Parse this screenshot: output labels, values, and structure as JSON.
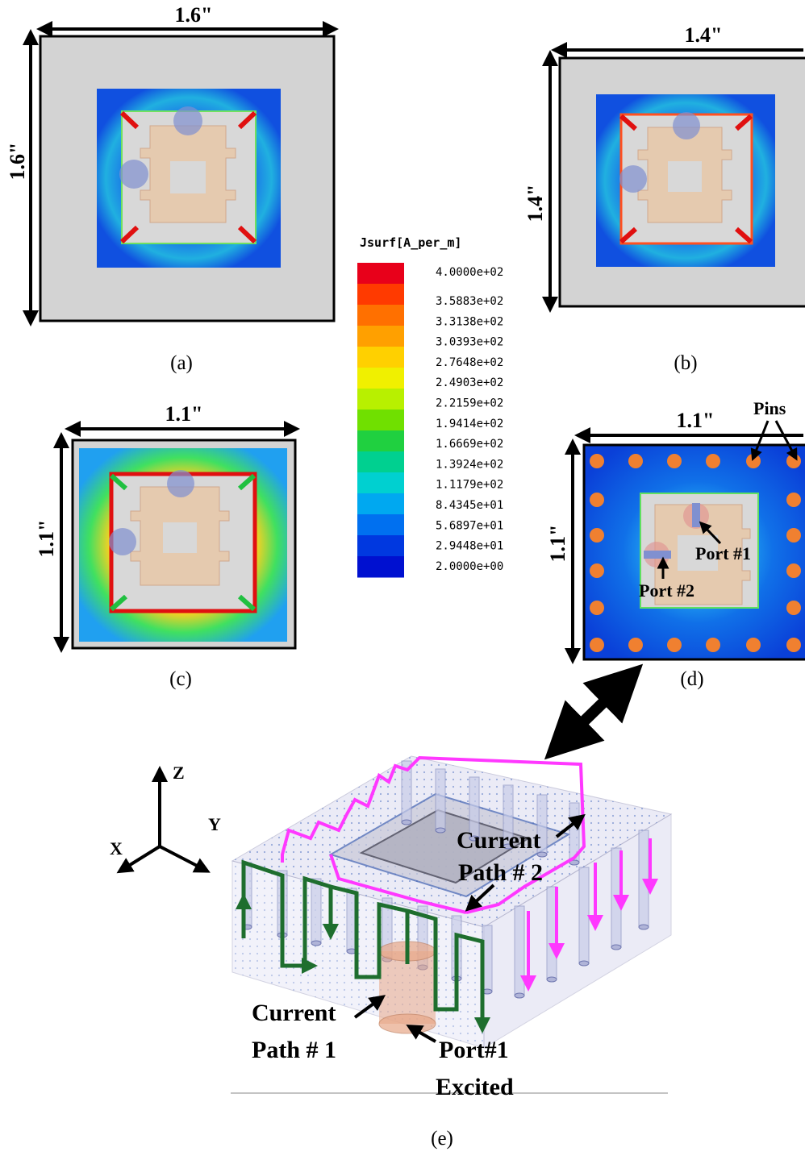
{
  "panels": {
    "a": {
      "caption": "(a)",
      "width": "1.6\"",
      "height": "1.6\""
    },
    "b": {
      "caption": "(b)",
      "width": "1.4\"",
      "height": "1.4\""
    },
    "c": {
      "caption": "(c)",
      "width": "1.1\"",
      "height": "1.1\""
    },
    "d": {
      "caption": "(d)",
      "width": "1.1\"",
      "height": "1.1\"",
      "pins_label": "Pins",
      "port1_label": "Port #1",
      "port2_label": "Port #2"
    },
    "e": {
      "caption": "(e)"
    }
  },
  "legend": {
    "title": "Jsurf[A_per_m]",
    "ticks": [
      "4.0000e+02",
      "3.5883e+02",
      "3.3138e+02",
      "3.0393e+02",
      "2.7648e+02",
      "2.4903e+02",
      "2.2159e+02",
      "1.9414e+02",
      "1.6669e+02",
      "1.3924e+02",
      "1.1179e+02",
      "8.4345e+01",
      "5.6897e+01",
      "2.9448e+01",
      "2.0000e+00"
    ],
    "colors": [
      "#e8001a",
      "#ff3a00",
      "#ff7000",
      "#ffa000",
      "#ffd000",
      "#f0f000",
      "#b8f000",
      "#70e000",
      "#20d040",
      "#00d090",
      "#00d0d0",
      "#00a8f0",
      "#0070f0",
      "#0038e0",
      "#0010d0"
    ]
  },
  "axes": {
    "x": "X",
    "y": "Y",
    "z": "Z"
  },
  "diagram_3d": {
    "current_path_1": [
      "Current",
      "Path # 1"
    ],
    "current_path_2": [
      "Current",
      "Path # 2"
    ],
    "port_excited": [
      "Port#1",
      "Excited"
    ]
  },
  "colors": {
    "path1": "#1e6e2e",
    "path2": "#ff38ff",
    "substrate": "#d3d3d3",
    "patch": "#e8c8a8",
    "pin": "#f08030"
  }
}
